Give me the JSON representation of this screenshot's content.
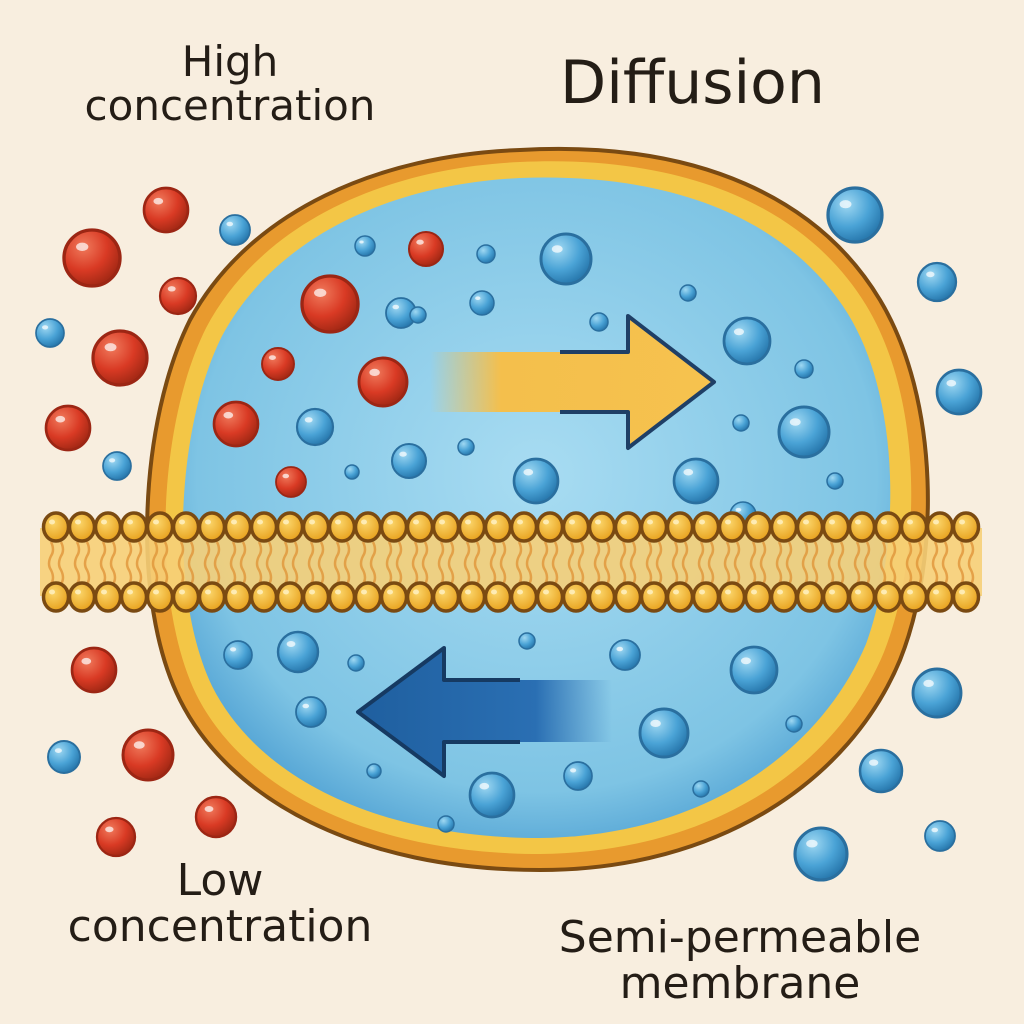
{
  "title": "Diffusion",
  "labels": {
    "high": "High concentration",
    "low": "Low concentration",
    "membrane": "Semi-permeable membrane"
  },
  "colors": {
    "background": "#f8eedf",
    "cell_fill": "#7ec4e4",
    "cell_inner": "#9fd6ee",
    "cell_border_outer": "#e89a2e",
    "cell_border_inner": "#f3c646",
    "solute_red": "#d93a24",
    "water_blue": "#4aa3d6",
    "lipid_head": "#f2b630",
    "lipid_outline": "#7a4a12",
    "arrow_right": "#f4bf4c",
    "arrow_left": "#2a6fb3"
  },
  "arrows": [
    {
      "name": "arrow-right",
      "direction": "right"
    },
    {
      "name": "arrow-left",
      "direction": "left"
    }
  ],
  "particles": {
    "red": [
      [
        92,
        258,
        28
      ],
      [
        166,
        210,
        22
      ],
      [
        178,
        296,
        18
      ],
      [
        120,
        358,
        27
      ],
      [
        68,
        428,
        22
      ],
      [
        236,
        424,
        22
      ],
      [
        278,
        364,
        16
      ],
      [
        330,
        304,
        28
      ],
      [
        383,
        382,
        24
      ],
      [
        426,
        249,
        17
      ],
      [
        291,
        482,
        15
      ],
      [
        94,
        670,
        22
      ],
      [
        148,
        755,
        25
      ],
      [
        216,
        817,
        20
      ],
      [
        116,
        837,
        19
      ]
    ],
    "blue": [
      [
        235,
        230,
        15
      ],
      [
        50,
        333,
        14
      ],
      [
        117,
        466,
        14
      ],
      [
        855,
        215,
        27
      ],
      [
        937,
        282,
        19
      ],
      [
        959,
        392,
        22
      ],
      [
        566,
        259,
        25
      ],
      [
        401,
        313,
        15
      ],
      [
        482,
        303,
        12
      ],
      [
        315,
        427,
        18
      ],
      [
        409,
        461,
        17
      ],
      [
        536,
        481,
        22
      ],
      [
        696,
        481,
        22
      ],
      [
        747,
        341,
        23
      ],
      [
        804,
        432,
        25
      ],
      [
        743,
        515,
        13
      ],
      [
        238,
        655,
        14
      ],
      [
        298,
        652,
        20
      ],
      [
        625,
        655,
        15
      ],
      [
        754,
        670,
        23
      ],
      [
        937,
        693,
        24
      ],
      [
        311,
        712,
        15
      ],
      [
        664,
        733,
        24
      ],
      [
        881,
        771,
        21
      ],
      [
        64,
        757,
        16
      ],
      [
        578,
        776,
        14
      ],
      [
        492,
        795,
        22
      ],
      [
        821,
        854,
        26
      ],
      [
        940,
        836,
        15
      ],
      [
        365,
        246,
        10
      ],
      [
        418,
        315,
        8
      ],
      [
        486,
        254,
        9
      ],
      [
        599,
        322,
        9
      ],
      [
        688,
        293,
        8
      ],
      [
        804,
        369,
        9
      ],
      [
        466,
        447,
        8
      ],
      [
        352,
        472,
        7
      ],
      [
        741,
        423,
        8
      ],
      [
        835,
        481,
        8
      ],
      [
        356,
        663,
        8
      ],
      [
        527,
        641,
        8
      ],
      [
        374,
        771,
        7
      ],
      [
        701,
        789,
        8
      ],
      [
        446,
        824,
        8
      ],
      [
        794,
        724,
        8
      ]
    ]
  }
}
